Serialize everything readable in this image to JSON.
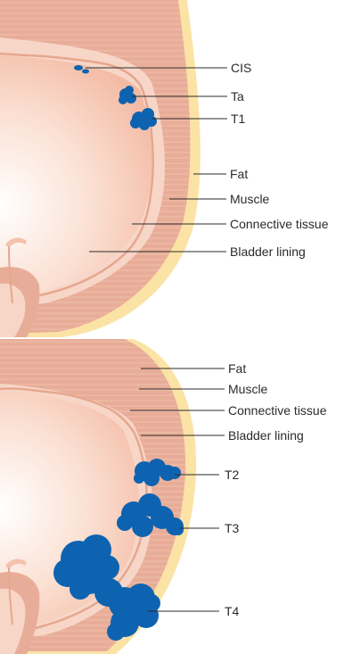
{
  "top_panel": {
    "labels": {
      "cis": "CIS",
      "ta": "Ta",
      "t1": "T1",
      "fat": "Fat",
      "muscle": "Muscle",
      "connective": "Connective tissue",
      "lining": "Bladder lining"
    }
  },
  "bottom_panel": {
    "labels": {
      "fat": "Fat",
      "muscle": "Muscle",
      "connective": "Connective tissue",
      "lining": "Bladder lining",
      "t2": "T2",
      "t3": "T3",
      "t4": "T4"
    }
  },
  "colors": {
    "fat": "#fbe3a6",
    "muscle": "#e8ad98",
    "connective": "#f7d6c8",
    "lining": "#f3c2ad",
    "lumen_center": "#ffffff",
    "lumen_edge": "#f0ac91",
    "tumor": "#0e63b0",
    "leader": "#2b2b2b"
  }
}
